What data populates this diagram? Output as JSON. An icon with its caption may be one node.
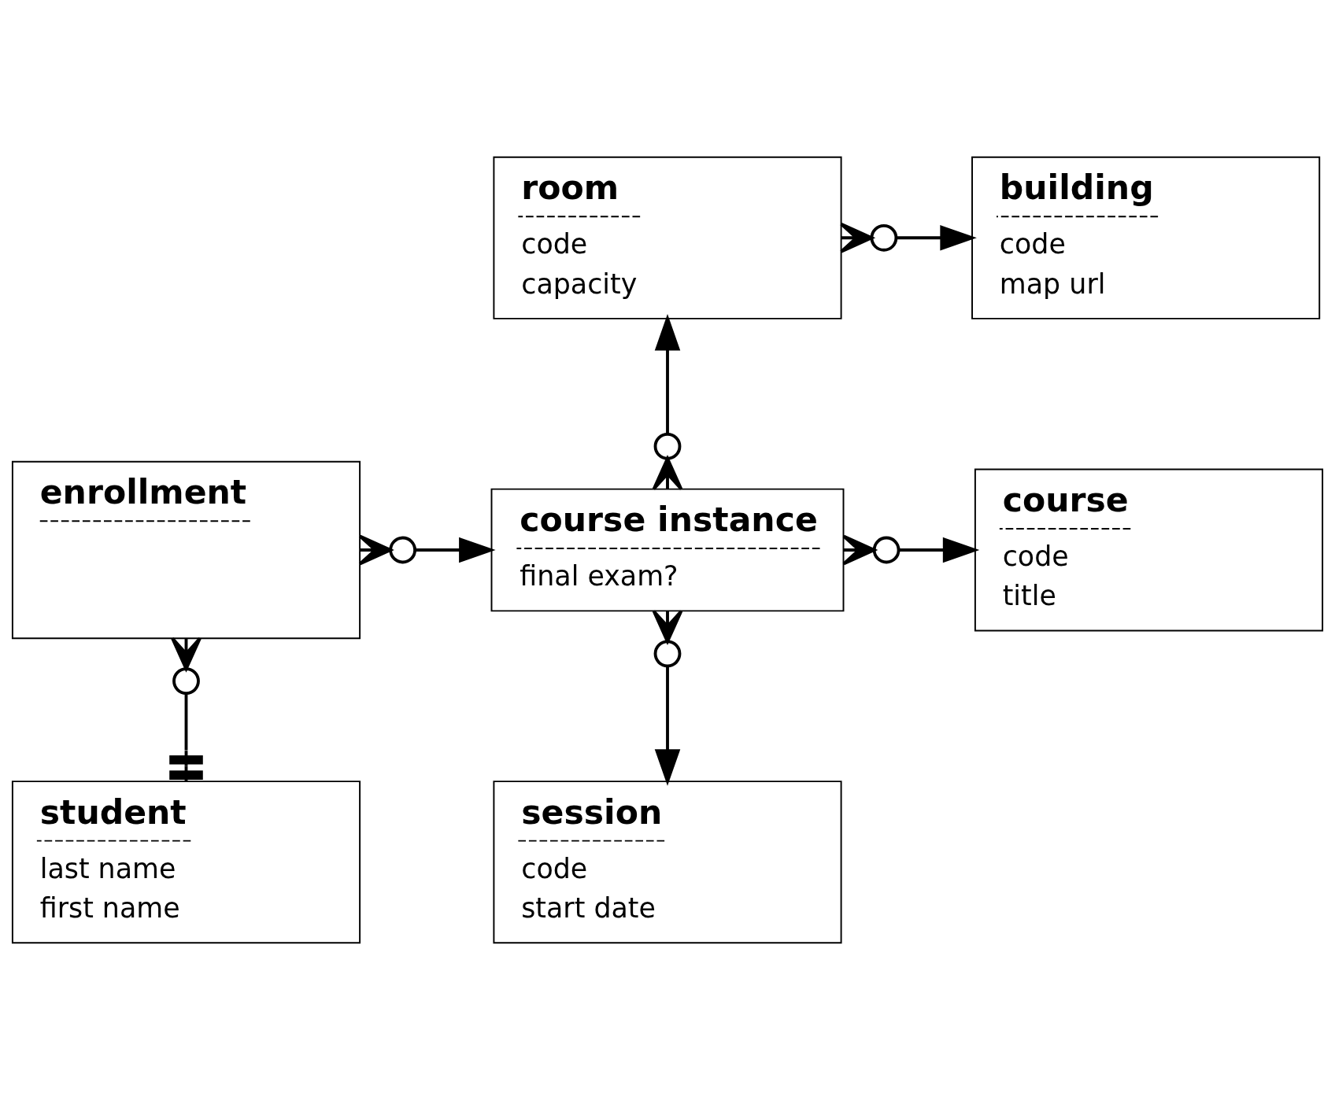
{
  "diagram": {
    "nodes": [
      {
        "text": [
          "building",
          "code",
          "map url"
        ]
      },
      {
        "text": [
          "room",
          "code",
          "capacity"
        ]
      },
      {
        "text": [
          "enrollment"
        ]
      },
      {
        "text": [
          "course instance",
          "final exam?"
        ]
      },
      {
        "text": [
          "course",
          "code",
          "title"
        ]
      },
      {
        "text": [
          "student",
          "last name",
          "first name"
        ]
      },
      {
        "text": [
          "session",
          "code",
          "start date"
        ]
      }
    ],
    "edges": [
      {
        "from": 1,
        "to": 0,
        "arrow": "to"
      },
      {
        "from": 3,
        "to": 1,
        "arrow": "to"
      },
      {
        "from": 2,
        "to": 3,
        "arrow": "to"
      },
      {
        "from": 3,
        "to": 4,
        "arrow": "to"
      },
      {
        "from": 2,
        "to": 5,
        "arrow": "other"
      },
      {
        "from": 3,
        "to": 6,
        "arrow": "to"
      }
    ]
  }
}
